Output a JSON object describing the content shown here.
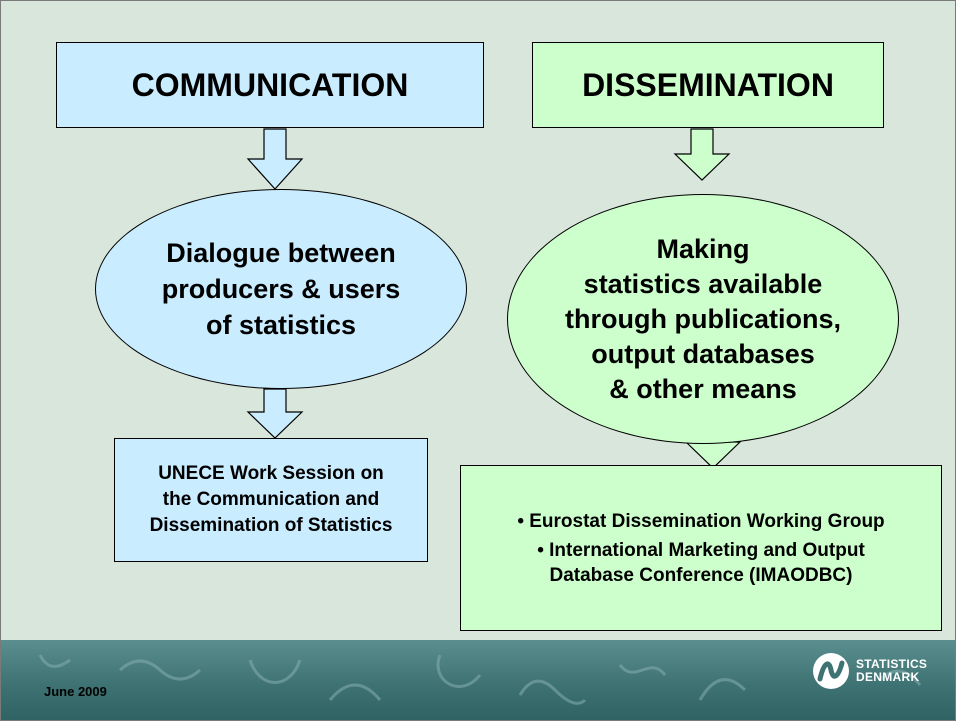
{
  "boxes": {
    "communication": "COMMUNICATION",
    "dissemination": "DISSEMINATION"
  },
  "ellipses": {
    "communication": "Dialogue between\nproducers & users\nof statistics",
    "dissemination": "Making\nstatistics available\nthrough publications,\noutput databases\n& other means"
  },
  "outputs": {
    "unece": "UNECE Work Session on\nthe Communication and\nDissemination of Statistics",
    "eurostat": "• Eurostat Dissemination Working Group",
    "imaodbc": "• International Marketing and Output\nDatabase Conference (IMAODBC)"
  },
  "footer": {
    "date": "June 2009",
    "logo_line1": "STATISTICS",
    "logo_line2": "DENMARK"
  },
  "colors": {
    "background": "#d9e6dc",
    "communication_fill": "#c9ecff",
    "dissemination_fill": "#ccffcc",
    "banner": "#3f7373"
  }
}
